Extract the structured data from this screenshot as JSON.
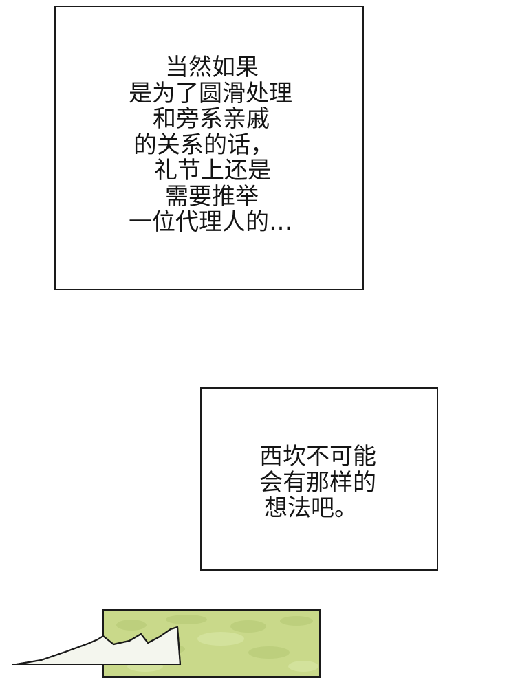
{
  "panels": [
    {
      "lines": [
        "当然如果",
        "是为了圆滑处理",
        "和旁系亲戚",
        "的关系的话，",
        "礼节上还是",
        "需要推举",
        "一位代理人的…"
      ]
    },
    {
      "lines": [
        "西坎不可能",
        "会有那样的",
        "想法吧。"
      ]
    }
  ],
  "art": {
    "background_color": "#c9d98a",
    "border_color": "#1a1a1a"
  }
}
